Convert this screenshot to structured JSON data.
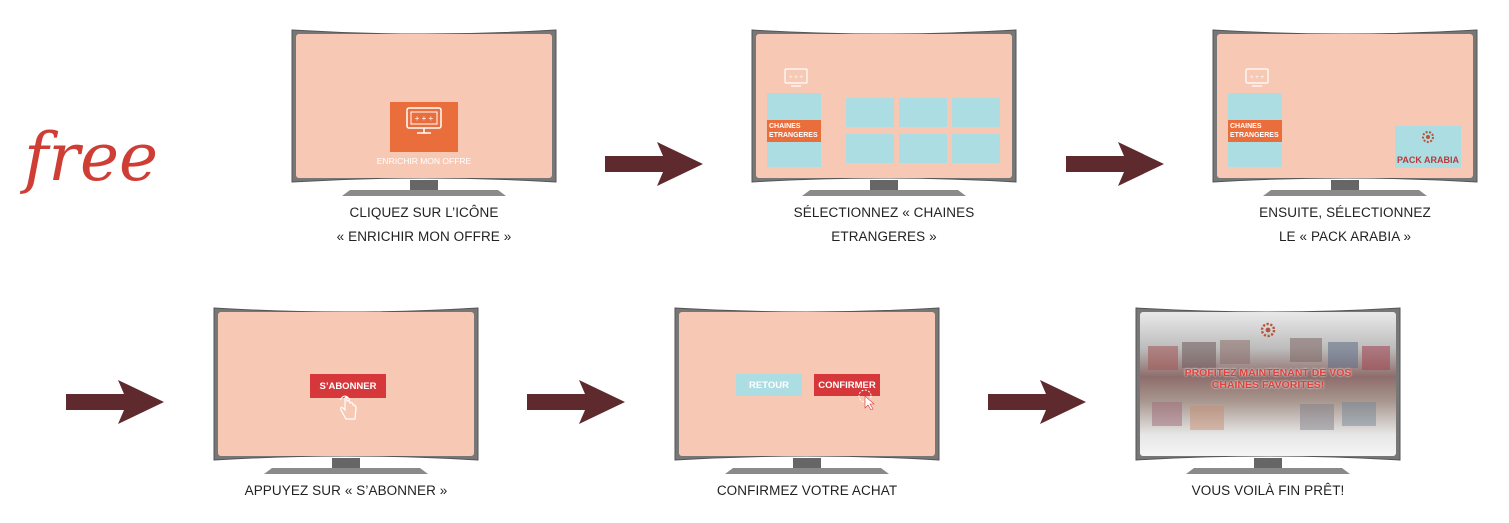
{
  "brand": {
    "logo_text": "free",
    "logo_color": "#cf3e35"
  },
  "colors": {
    "screen": "#f7c9b4",
    "arrow": "#5e2a2d",
    "accent_orange": "#ea6e3c",
    "accent_red": "#d5373b",
    "tile_blue": "#acdde3"
  },
  "steps": [
    {
      "caption_line1": "CLIQUEZ SUR L’ICÔNE",
      "caption_line2": "« ENRICHIR MON OFFRE »",
      "screen_label": "ENRICHIR MON OFFRE"
    },
    {
      "caption_line1": "SÉLECTIONNEZ « CHAINES",
      "caption_line2": "ETRANGERES »",
      "screen_label_line1": "CHAINES",
      "screen_label_line2": "ETRANGERES"
    },
    {
      "caption_line1": "ENSUITE, SÉLECTIONNEZ",
      "caption_line2": "LE « PACK ARABIA »",
      "screen_label_line1": "CHAINES",
      "screen_label_line2": "ETRANGERES",
      "pack_label": "PACK ARABIA"
    },
    {
      "caption_line1": "APPUYEZ SUR « S’ABONNER »",
      "button_label": "S’ABONNER"
    },
    {
      "caption_line1": "CONFIRMEZ VOTRE ACHAT",
      "back_label": "RETOUR",
      "confirm_label": "CONFIRMER"
    },
    {
      "caption_line1": "VOUS VOILÀ FIN PRÊT!",
      "overlay_line1": "PROFITEZ MAINTENANT DE VOS",
      "overlay_line2": "CHAÎNES FAVORITES!"
    }
  ]
}
